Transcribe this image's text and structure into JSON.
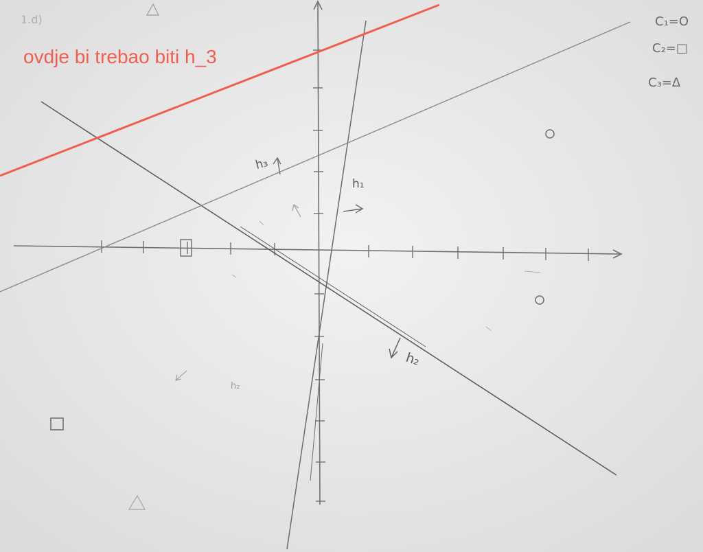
{
  "annotation": {
    "text": "ovdje bi trebao biti h_3",
    "color": "#ee5f50"
  },
  "legend": {
    "c1": "C₁=O",
    "c2": "C₂=□",
    "c3": "C₃=Δ"
  },
  "labels": {
    "h1": "h₁",
    "h2": "h₂",
    "h3": "h₃",
    "small_h2": "h₂",
    "corner": "1.d)"
  },
  "point_classes": {
    "circle": "C1",
    "square": "C2",
    "triangle": "C3"
  },
  "colors": {
    "paper": "#e9e9e9",
    "pencil": "#6b6b6b",
    "red_line": "#ee5f50"
  }
}
